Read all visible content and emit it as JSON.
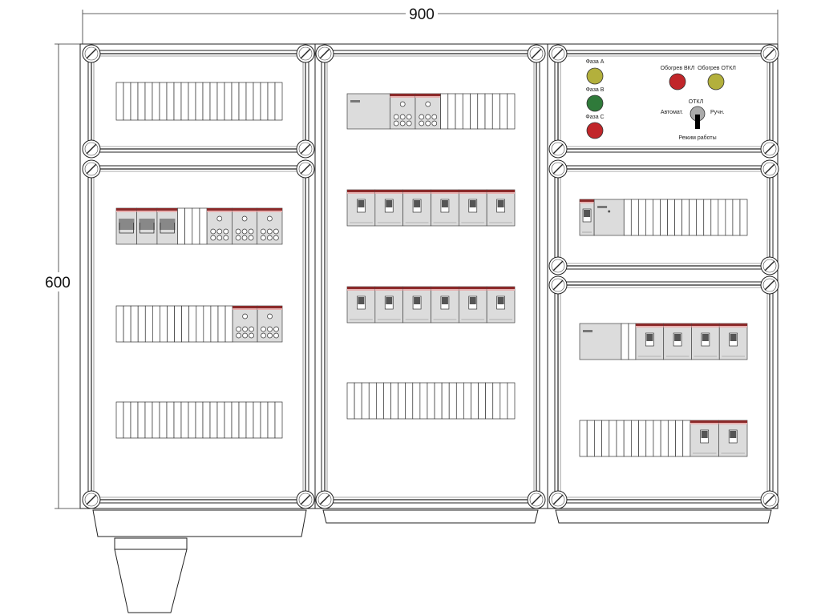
{
  "dimensions": {
    "width_label": "900",
    "height_label": "600"
  },
  "colors": {
    "lamp_olive": "#b3b03c",
    "lamp_green": "#2f7a3a",
    "lamp_red": "#c1262a",
    "module_grey": "#dcdcdc",
    "module_stripe": "#8b2a2a",
    "switch_grey": "#aaaaaa"
  },
  "control_panel": {
    "phase_a": "Фаза A",
    "phase_b": "Фаза B",
    "phase_c": "Фаза C",
    "heating_on": "Обогрев ВКЛ",
    "heating_off": "Обогрев ОТКЛ",
    "switch_off": "ОТКЛ",
    "switch_auto": "Автомат.",
    "switch_manual": "Ручн.",
    "mode_label": "Режим работы"
  },
  "rows": [
    {
      "panel": "left-top",
      "modules": [
        {
          "type": "blank",
          "count": 23
        }
      ]
    },
    {
      "panel": "left-main",
      "modules": [
        {
          "type": "breaker3",
          "count": 3
        },
        {
          "type": "blank",
          "count": 4
        },
        {
          "type": "terminal",
          "count": 3
        }
      ]
    },
    {
      "panel": "left-main",
      "modules": [
        {
          "type": "blank",
          "count": 16
        },
        {
          "type": "terminal",
          "count": 2
        }
      ]
    },
    {
      "panel": "left-main",
      "modules": [
        {
          "type": "blank",
          "count": 23
        }
      ]
    },
    {
      "panel": "middle",
      "modules": [
        {
          "type": "grey",
          "count": 1
        },
        {
          "type": "terminal",
          "count": 2
        },
        {
          "type": "blank",
          "count": 10
        }
      ]
    },
    {
      "panel": "middle",
      "modules": [
        {
          "type": "breaker",
          "count": 6
        }
      ]
    },
    {
      "panel": "middle",
      "modules": [
        {
          "type": "breaker",
          "count": 6
        }
      ]
    },
    {
      "panel": "middle",
      "modules": [
        {
          "type": "blank",
          "count": 23
        }
      ]
    },
    {
      "panel": "right-middle",
      "modules": [
        {
          "type": "breaker-narrow",
          "count": 1
        },
        {
          "type": "grey-dot",
          "count": 1
        },
        {
          "type": "blank",
          "count": 17
        }
      ]
    },
    {
      "panel": "right-bottom",
      "modules": [
        {
          "type": "grey",
          "count": 1
        },
        {
          "type": "blank",
          "count": 2
        },
        {
          "type": "breaker",
          "count": 4
        }
      ]
    },
    {
      "panel": "right-bottom",
      "modules": [
        {
          "type": "blank",
          "count": 15
        },
        {
          "type": "breaker",
          "count": 2
        }
      ]
    }
  ]
}
